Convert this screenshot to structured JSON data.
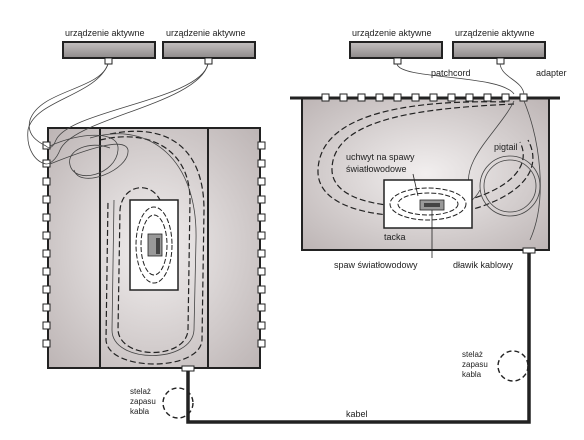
{
  "labels": {
    "active_device": "urządzenie aktywne",
    "patchcord": "patchcord",
    "adapter": "adapter",
    "pigtail": "pigtail",
    "splice_holder_line1": "uchwyt na spawy",
    "splice_holder_line2": "światłowodowe",
    "tray": "tacka",
    "fiber_splice": "spaw światłowodowy",
    "cable_gland": "dławik kablowy",
    "cable": "kabel",
    "reserve_line1": "stelaż",
    "reserve_line2": "zapasu",
    "reserve_line3": "kabla"
  },
  "colors": {
    "cabinet_fill": "#cfc8c8",
    "device_fill": "#a8a4a4",
    "stroke": "#222222",
    "port_fill": "#ffffff"
  }
}
